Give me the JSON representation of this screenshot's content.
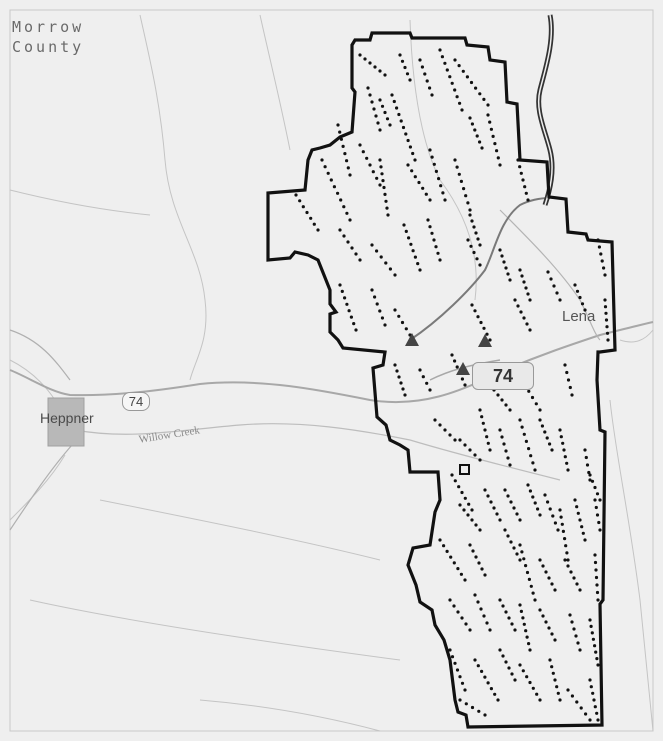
{
  "map": {
    "county_line1": "Morrow",
    "county_line2": "County",
    "towns": {
      "heppner": "Heppner",
      "lena": "Lena"
    },
    "highway_labels": {
      "west": "74",
      "east": "74"
    },
    "waterway": "Willow Creek"
  },
  "colors": {
    "background": "#efefef",
    "boundary": "#111111",
    "roads": "#a8a8a8",
    "river": "#333333",
    "drainage": "#c4c4c4",
    "town_fill": "#b8b8b8",
    "turbine_marker": "#111111",
    "substation_marker": "#444444"
  },
  "icons": {
    "turbine": "dot-marker",
    "substation": "triangle-marker",
    "facility": "square-marker"
  }
}
